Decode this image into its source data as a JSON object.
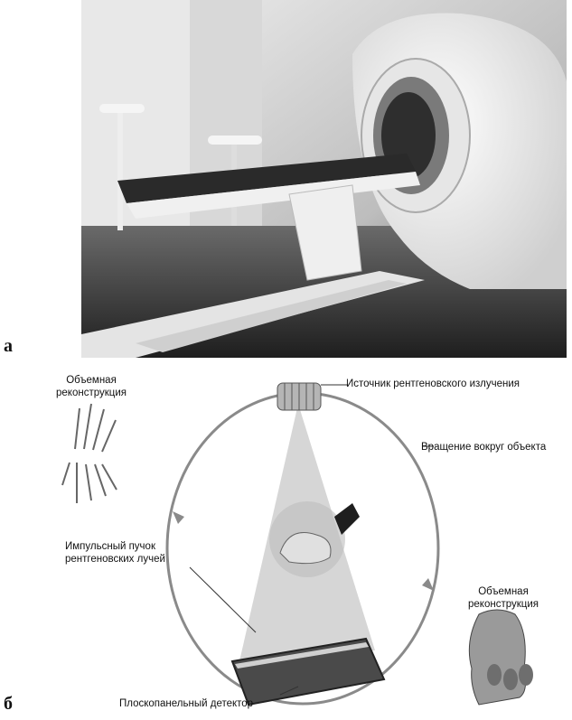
{
  "panels": {
    "a": "а",
    "b": "б"
  },
  "labels": {
    "volume_reconstruction_left_line1": "Объемная",
    "volume_reconstruction_left_line2": "реконструкция",
    "xray_source": "Источник рентгеновского излучения",
    "rotation": "Вращение вокруг объекта",
    "pulsed_beam_line1": "Импульсный пучок",
    "pulsed_beam_line2": "рентгеновских лучей",
    "volume_reconstruction_right_line1": "Объемная",
    "volume_reconstruction_right_line2": "реконструкция",
    "flat_panel_detector": "Плоскопанельный детектор"
  },
  "colors": {
    "beam": "#cfcfcf",
    "orbit": "#8a8a8a",
    "detector": "#4a4a4a"
  },
  "icons": [
    "ct-scanner-photo",
    "xray-tube-icon",
    "hand-bones-icon",
    "hand-3d-icon",
    "flat-detector-icon"
  ]
}
